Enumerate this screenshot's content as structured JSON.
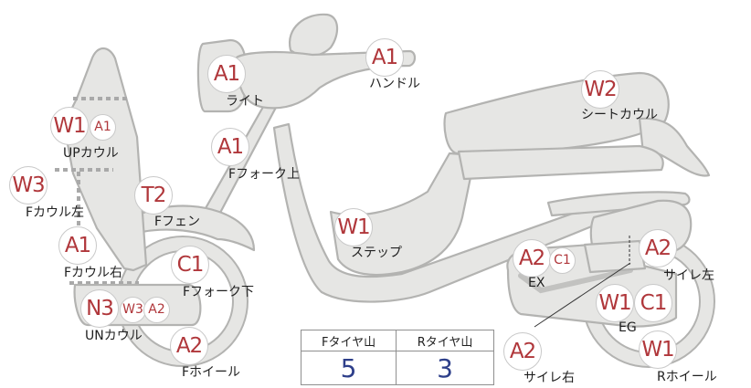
{
  "badges": [
    {
      "id": "light",
      "codes": [
        "A1"
      ]
    },
    {
      "id": "handle",
      "codes": [
        "A1"
      ]
    },
    {
      "id": "up-cowl",
      "codes": [
        "W1",
        "A1"
      ]
    },
    {
      "id": "f-fork-upper",
      "codes": [
        "A1"
      ]
    },
    {
      "id": "seat-cowl",
      "codes": [
        "W2"
      ]
    },
    {
      "id": "f-cowl-left",
      "codes": [
        "W3"
      ]
    },
    {
      "id": "f-fender",
      "codes": [
        "T2"
      ]
    },
    {
      "id": "step",
      "codes": [
        "W1"
      ]
    },
    {
      "id": "f-cowl-right",
      "codes": [
        "A1"
      ]
    },
    {
      "id": "f-fork-lower",
      "codes": [
        "C1"
      ]
    },
    {
      "id": "ex",
      "codes": [
        "A2",
        "C1"
      ]
    },
    {
      "id": "muffler-left",
      "codes": [
        "A2"
      ]
    },
    {
      "id": "un-cowl",
      "codes": [
        "N3",
        "W3",
        "A2"
      ]
    },
    {
      "id": "eg",
      "codes": [
        "W1",
        "C1"
      ]
    },
    {
      "id": "f-wheel",
      "codes": [
        "A2"
      ]
    },
    {
      "id": "muffler-right",
      "codes": [
        "A2"
      ]
    },
    {
      "id": "r-wheel",
      "codes": [
        "W1"
      ]
    }
  ],
  "labels": {
    "light": "ライト",
    "handle": "ハンドル",
    "up_cowl": "UPカウル",
    "f_fork_upper": "Fフォーク上",
    "seat_cowl": "シートカウル",
    "f_cowl_left": "Fカウル左",
    "f_fender": "Fフェン",
    "step": "ステップ",
    "f_cowl_right": "Fカウル右",
    "f_fork_lower": "Fフォーク下",
    "ex": "EX",
    "muffler_left": "サイレ左",
    "un_cowl": "UNカウル",
    "eg": "EG",
    "f_wheel": "Fホイール",
    "muffler_right": "サイレ右",
    "r_wheel": "Rホイール"
  },
  "tread": {
    "front_header": "Fタイヤ山",
    "rear_header": "Rタイヤ山",
    "front_value": "5",
    "rear_value": "3"
  }
}
